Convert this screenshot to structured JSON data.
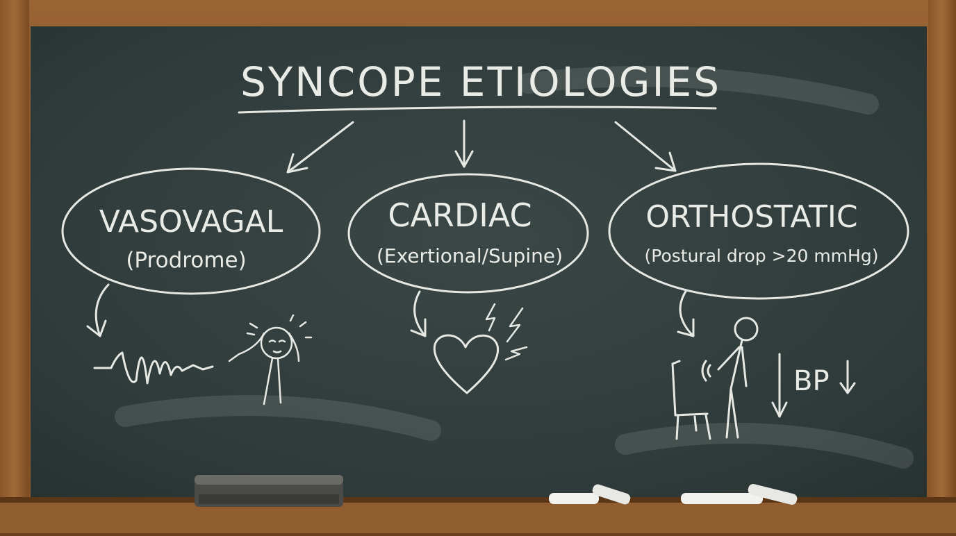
{
  "title": "SYNCOPE ETIOLOGIES",
  "categories": [
    {
      "name": "VASOVAGAL",
      "detail": "(Prodrome)",
      "sketch": "waveform-and-dizzy-person-icon"
    },
    {
      "name": "CARDIAC",
      "detail": "(Exertional/Supine)",
      "sketch": "heart-with-lightning-icon"
    },
    {
      "name": "ORTHOSTATIC",
      "detail": "(Postural drop >20 mmHg)",
      "sketch": "person-standing-from-chair-icon"
    }
  ],
  "bp_label": "BP",
  "colors": {
    "board": "#2f3b3a",
    "frame": "#8a5a2e",
    "chalk": "#e9ece6"
  }
}
